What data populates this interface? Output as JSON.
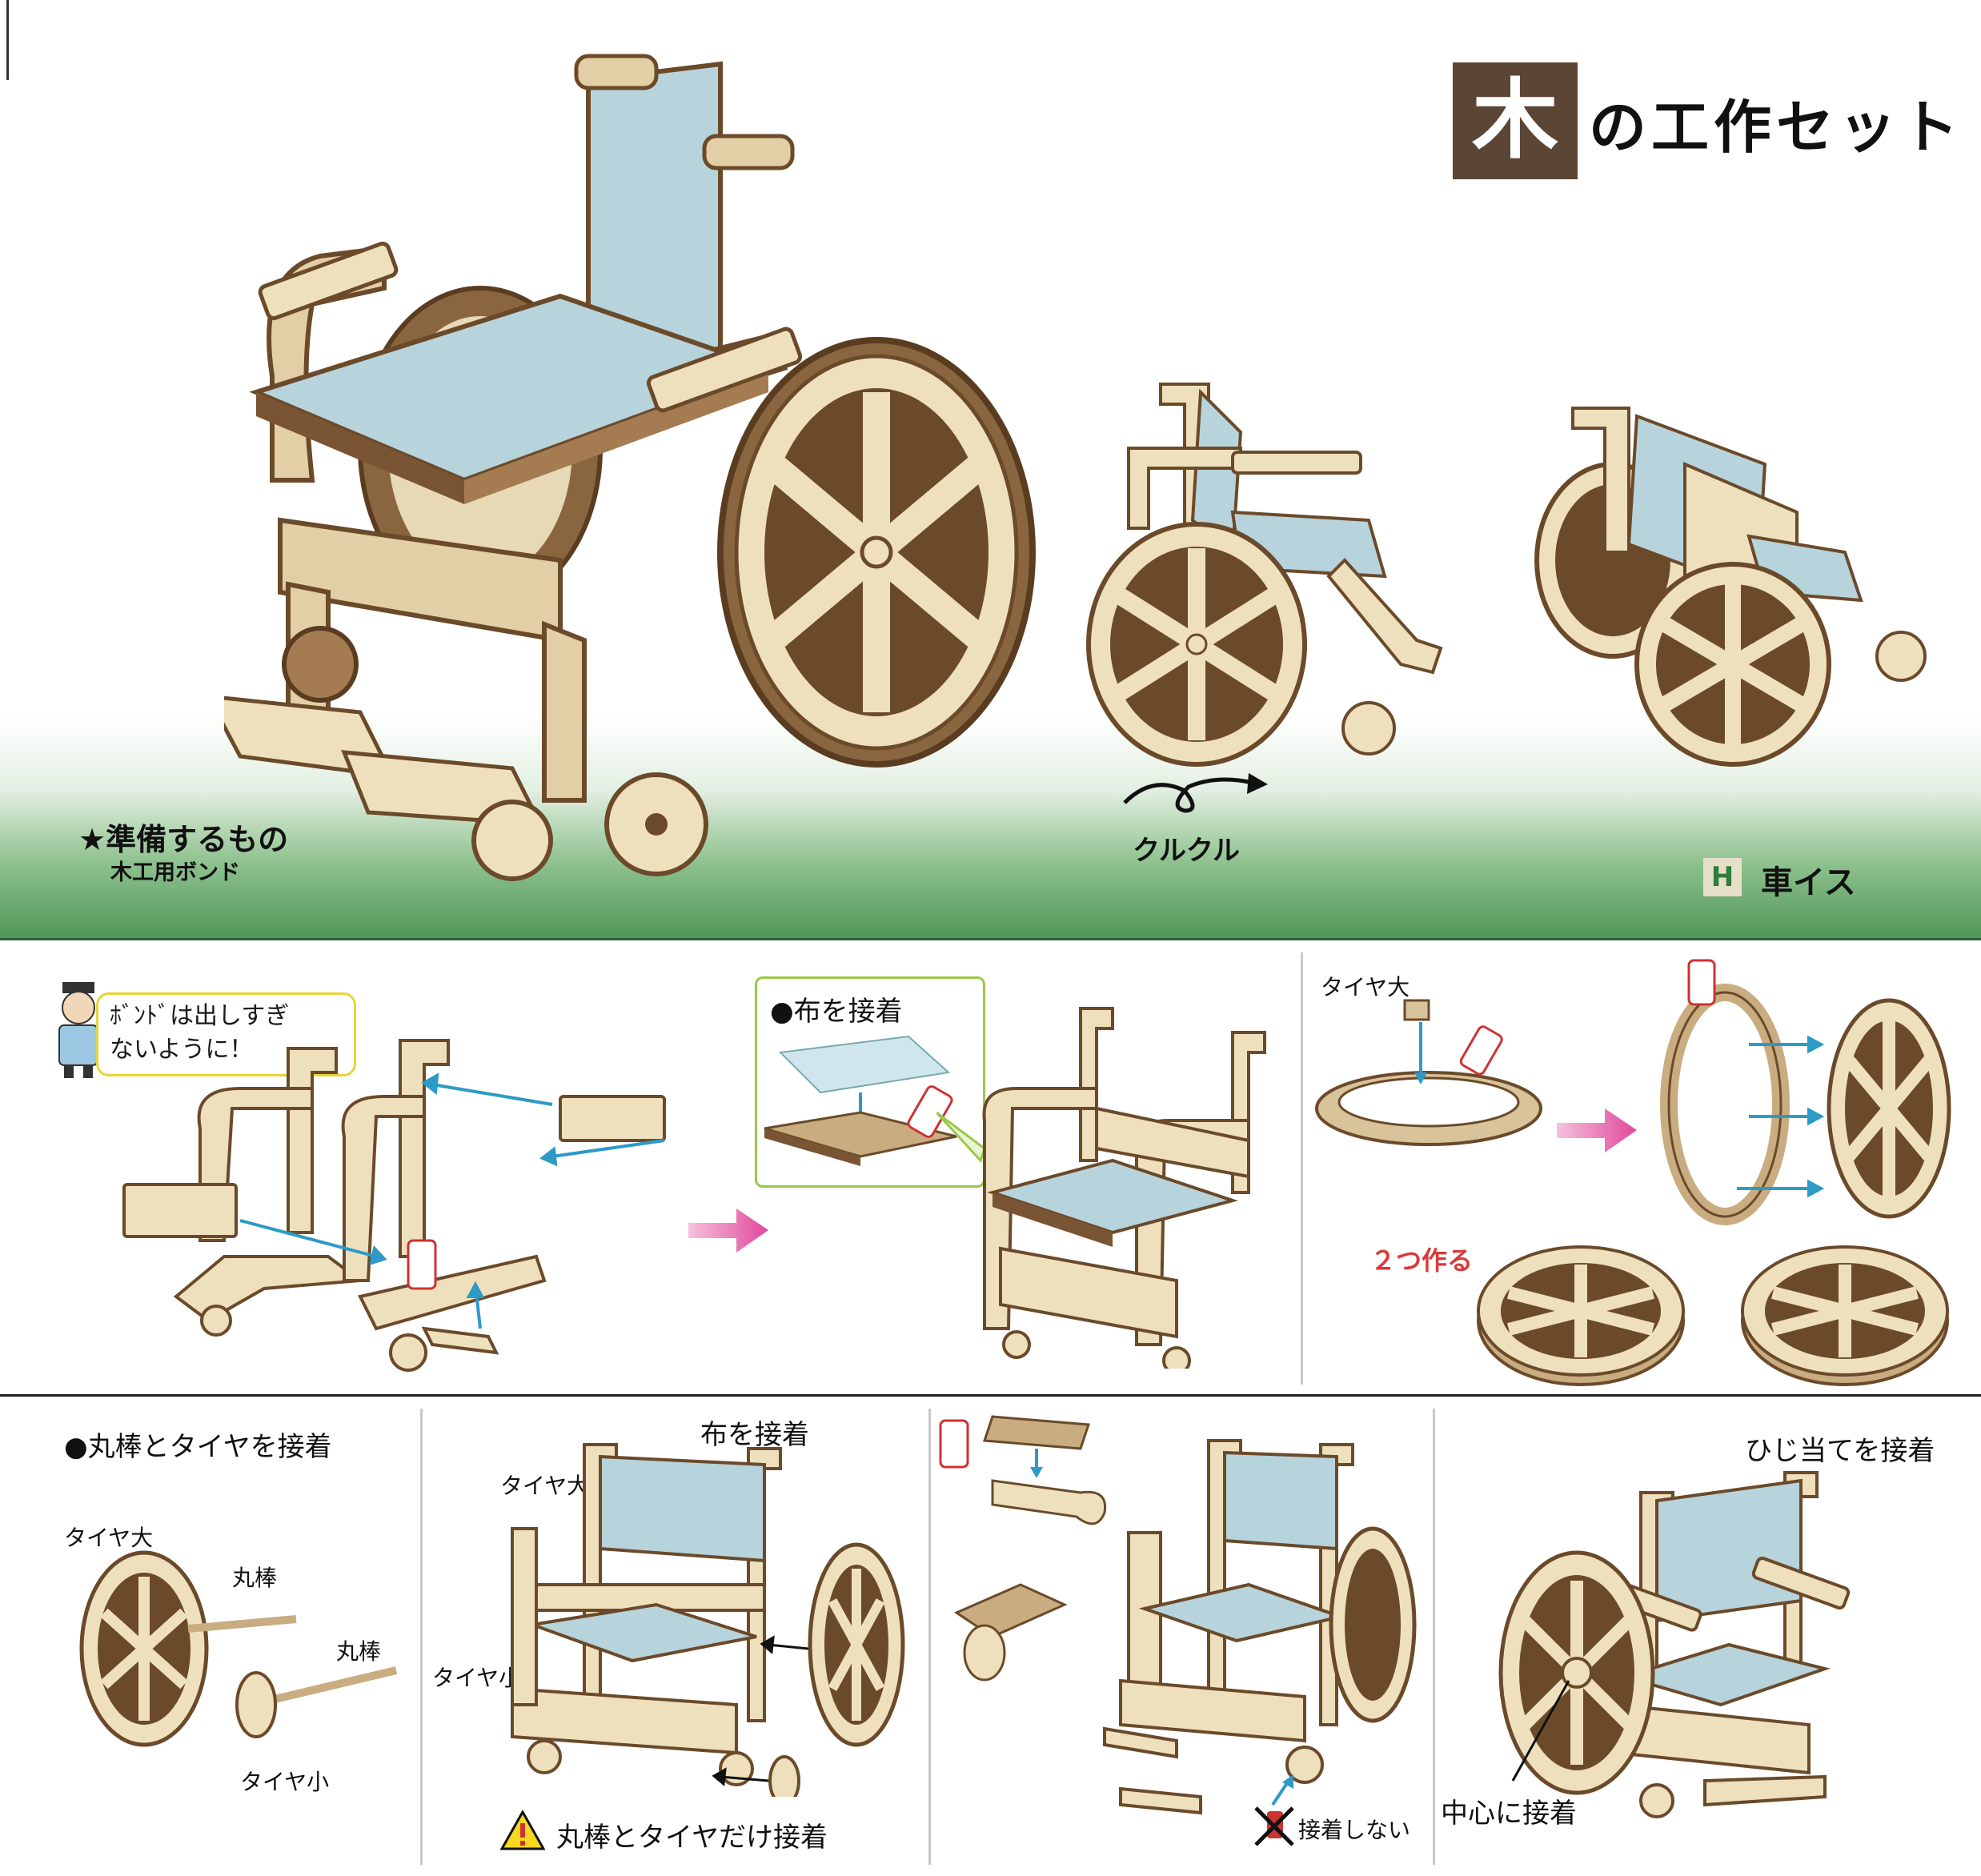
{
  "header": {
    "title_kanji": "木",
    "title_rest": "の工作セット"
  },
  "hero": {
    "prep_title": "★準備するもの",
    "prep_item": "木工用ボンド",
    "spin_label": "クルクル",
    "product_code": "H",
    "product_name": "車イス"
  },
  "step1": {
    "bubble_line1": "ﾎﾞﾝﾄﾞは出しすぎ",
    "bubble_line2": "ないように！"
  },
  "step2": {
    "cloth_label": "●布を接着"
  },
  "step3": {
    "tire_big": "タイヤ大",
    "make_two": "２つ作る"
  },
  "step4": {
    "title": "●丸棒とタイヤを接着",
    "tire_big": "タイヤ大",
    "rod1": "丸棒",
    "rod2": "丸棒",
    "tire_small": "タイヤ小"
  },
  "step5": {
    "cloth_label": "布を接着",
    "tire_big": "タイヤ大",
    "tire_small": "タイヤ小",
    "warning": "丸棒とタイヤだけ接着"
  },
  "step6": {
    "no_glue": "接着しない"
  },
  "step7": {
    "armrest_label": "ひじ当てを接着",
    "center_label": "中心に接着"
  },
  "colors": {
    "wood": "#d9c39a",
    "wood_dark": "#7a5533",
    "fabric": "#b7d3dc",
    "arrow": "#2d9ac7",
    "pink_arrow": "#e0489a",
    "title_box": "#5b4535"
  }
}
